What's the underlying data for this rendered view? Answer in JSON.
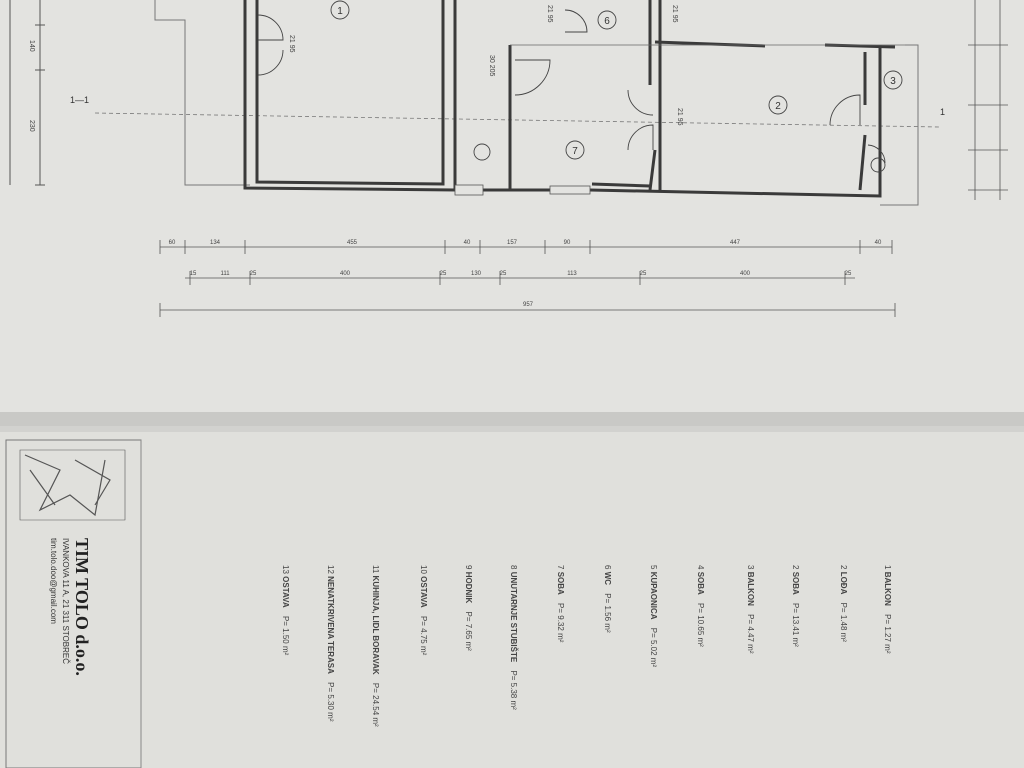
{
  "plan": {
    "section_label": "1-1",
    "dim_row_1": [
      "60",
      "134",
      "455",
      "40",
      "157",
      "90",
      "447",
      "40"
    ],
    "dim_row_2": [
      "15",
      "111",
      "25",
      "400",
      "25",
      "130",
      "25",
      "113",
      "25",
      "400",
      "25"
    ],
    "total": "957",
    "rooms": [
      "1",
      "2",
      "3",
      "6",
      "7"
    ],
    "door_labels": [
      "21 95",
      "30 205",
      "21 95",
      "21 95",
      "21 95"
    ]
  },
  "company": {
    "name": "TIM TOLO d.o.o.",
    "address": "IVANKOVA 11 A, 21 311 STOBREČ",
    "email": "tim.tolo.doo@gmail.com"
  },
  "legend": [
    {
      "num": "1",
      "name": "BALKON",
      "area": "P= 1.27 m²"
    },
    {
      "num": "2",
      "name": "LOĐA",
      "area": "P= 1.48 m²"
    },
    {
      "num": "2",
      "name": "SOBA",
      "area": "P= 13.41 m²"
    },
    {
      "num": "3",
      "name": "BALKON",
      "area": "P= 4.47 m²"
    },
    {
      "num": "4",
      "name": "SOBA",
      "area": "P= 10.65 m²"
    },
    {
      "num": "5",
      "name": "KUPAONICA",
      "area": "P= 5.02 m²"
    },
    {
      "num": "6",
      "name": "WC",
      "area": "P= 1.56 m²"
    },
    {
      "num": "7",
      "name": "SOBA",
      "area": "P= 9.32 m²"
    },
    {
      "num": "8",
      "name": "UNUTARNJE STUBIŠTE",
      "area": "P= 5.38 m²"
    },
    {
      "num": "9",
      "name": "HODNIK",
      "area": "P= 7.65 m²"
    },
    {
      "num": "10",
      "name": "OSTAVA",
      "area": "P= 4.75 m²"
    },
    {
      "num": "11",
      "name": "KUHINJA, LIDL BORAVAK",
      "area": "P= 24.54 m²"
    },
    {
      "num": "12",
      "name": "NENATKRIVENA TERASA",
      "area": "P= 5.30 m²"
    },
    {
      "num": "13",
      "name": "OSTAVA",
      "area": "P= 1.50 m²"
    }
  ]
}
